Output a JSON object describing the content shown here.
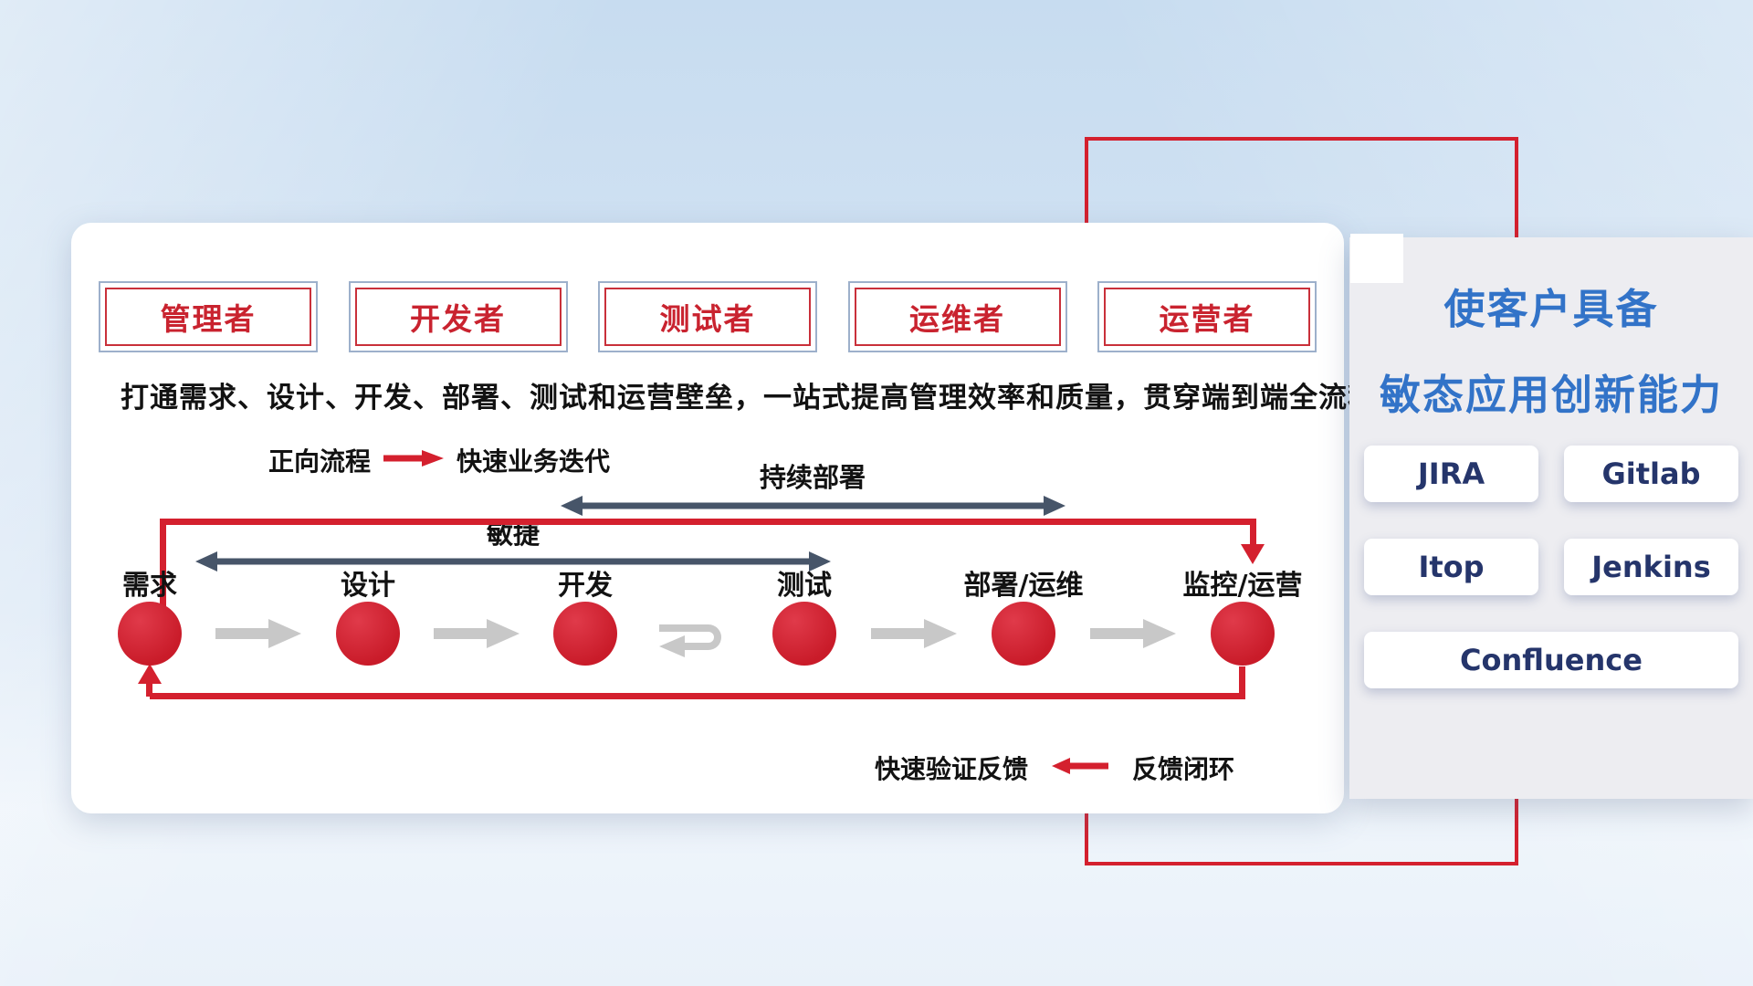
{
  "roles": [
    "管理者",
    "开发者",
    "测试者",
    "运维者",
    "运营者"
  ],
  "subtitle": "打通需求、设计、开发、部署、测试和运营壁垒，一站式提高管理效率和质量，贯穿端到端全流程",
  "legend": {
    "forward_label": "正向流程",
    "forward_desc": "快速业务迭代",
    "feedback_desc": "快速验证反馈",
    "feedback_label": "反馈闭环"
  },
  "flow": {
    "agile_label": "敏捷",
    "cd_label": "持续部署",
    "stages": [
      "需求",
      "设计",
      "开发",
      "测试",
      "部署/运维",
      "监控/运营"
    ]
  },
  "panel": {
    "title_line1": "使客户具备",
    "title_line2": "敏态应用创新能力",
    "tools": [
      "JIRA",
      "Gitlab",
      "Itop",
      "Jenkins",
      "Confluence"
    ]
  },
  "colors": {
    "accent_red": "#d4202e",
    "title_blue": "#3273c8",
    "tool_text": "#25356b",
    "arrow_dark": "#475569",
    "arrow_gray": "#c8c8c8",
    "role_border_outer": "#9db0cb",
    "role_border_inner": "#c9303a"
  }
}
